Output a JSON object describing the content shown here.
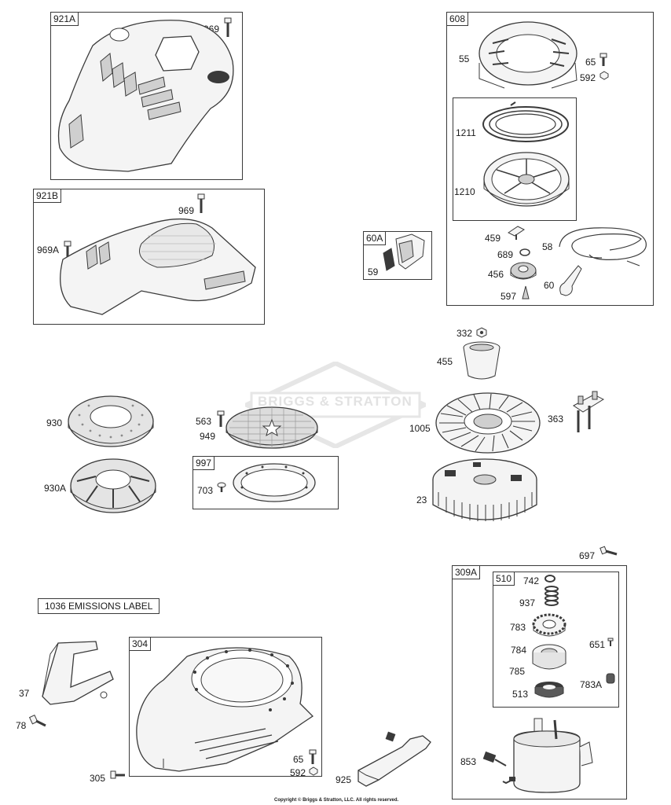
{
  "callouts": {
    "box921A": "921A",
    "p969a": "969",
    "box921B": "921B",
    "p969b": "969",
    "p969A": "969A",
    "box608": "608",
    "p55": "55",
    "p65a": "65",
    "p592a": "592",
    "p1211": "1211",
    "p1210": "1210",
    "p459": "459",
    "p58": "58",
    "p689": "689",
    "p456": "456",
    "p60": "60",
    "p597": "597",
    "box60A": "60A",
    "p59": "59",
    "p332": "332",
    "p455": "455",
    "p1005": "1005",
    "p363": "363",
    "p23": "23",
    "p930": "930",
    "p930A": "930A",
    "p563": "563",
    "p949": "949",
    "box997": "997",
    "p703": "703",
    "p697": "697",
    "box309A": "309A",
    "box510": "510",
    "p742": "742",
    "p937": "937",
    "p783": "783",
    "p784": "784",
    "p785": "785",
    "p513": "513",
    "p651": "651",
    "p783A": "783A",
    "p853": "853",
    "box304": "304",
    "p37": "37",
    "p78": "78",
    "p305": "305",
    "p65b": "65",
    "p592b": "592",
    "p925": "925"
  },
  "emissions_label": "1036 EMISSIONS LABEL",
  "watermark": "BRIGGS & STRATTON",
  "copyright": "Copyright © Briggs & Stratton, LLC. All rights reserved.",
  "colors": {
    "line": "#3a3a3a",
    "part_fill": "#f4f4f4",
    "shade": "#cfcfcf",
    "watermark": "#e9e9e9"
  }
}
